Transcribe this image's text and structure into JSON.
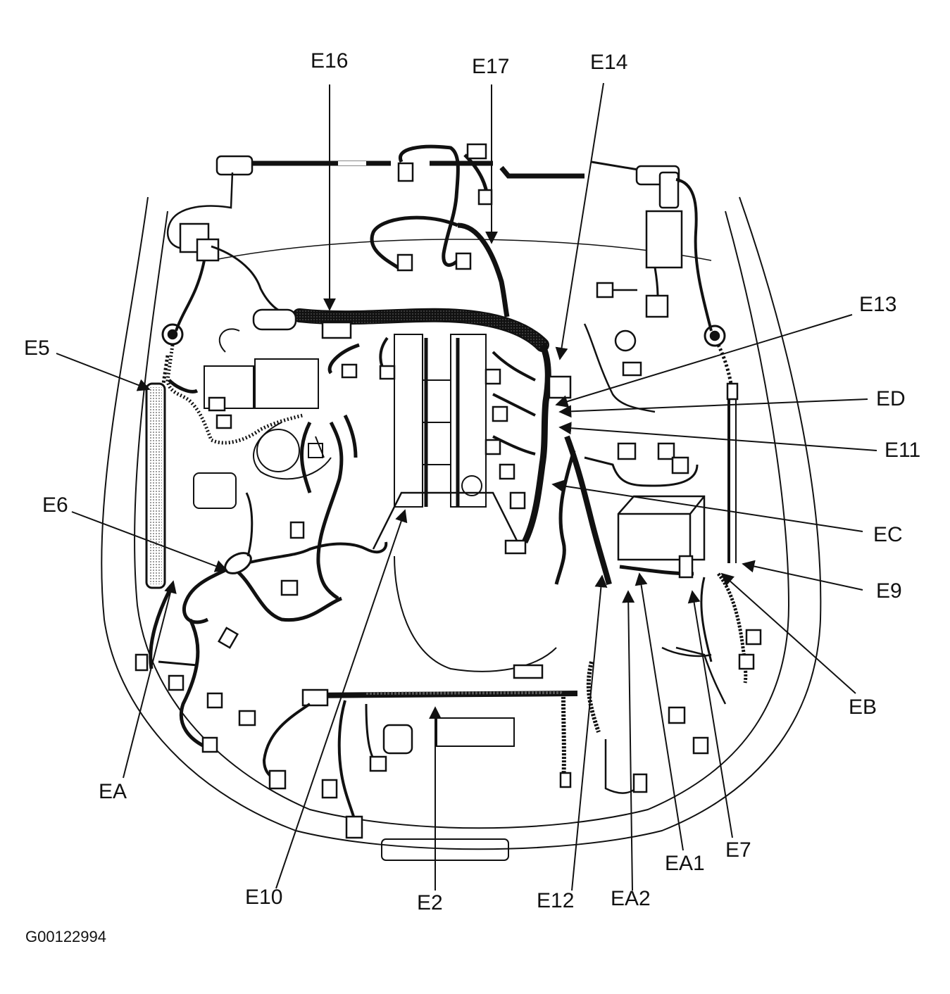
{
  "figure_id": "G00122994",
  "callouts": {
    "E16": "E16",
    "E17": "E17",
    "E14": "E14",
    "E13": "E13",
    "ED": "ED",
    "E11": "E11",
    "EC": "EC",
    "E9": "E9",
    "EB": "EB",
    "E7": "E7",
    "EA1": "EA1",
    "EA2": "EA2",
    "E12": "E12",
    "E2": "E2",
    "E10": "E10",
    "EA": "EA",
    "E6": "E6",
    "E5": "E5"
  },
  "colors": {
    "ink": "#111111",
    "paper": "#ffffff",
    "hatch": "#555555"
  }
}
